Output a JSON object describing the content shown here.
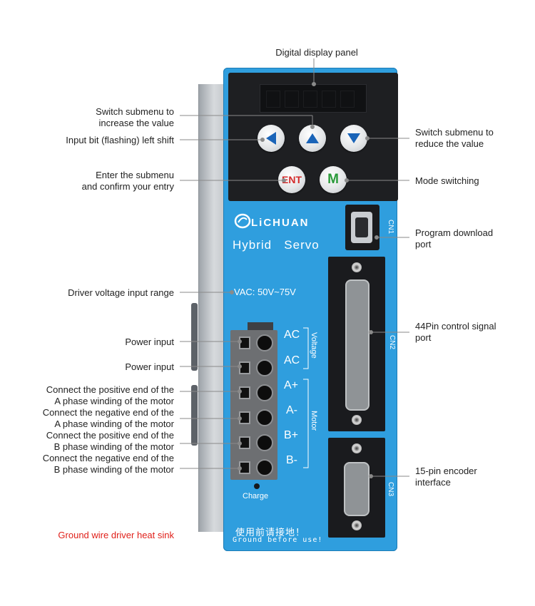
{
  "device": {
    "brand": "LiCHUAN",
    "model": "Hybrid   Servo",
    "voltage_label": "VAC: 50V~75V",
    "ground_notice_cn": "使用前请接地！",
    "ground_notice_en": "Ground before use!",
    "charge_label": "Charge",
    "buttons": {
      "ent": "ENT",
      "m": "M"
    },
    "terminal_labels": [
      "AC",
      "AC",
      "A+",
      "A-",
      "B+",
      "B-"
    ],
    "group_labels": {
      "voltage": "Voltage",
      "motor": "Motor"
    },
    "port_labels": [
      "CN1",
      "CN2",
      "CN3"
    ],
    "colors": {
      "body": "#2f9ede",
      "panel": "#1e1f22",
      "arrow": "#1a64b8",
      "ent": "#d42a2a",
      "m": "#2a9a3a",
      "warning": "#e0201a"
    }
  },
  "callouts": {
    "display": "Digital display panel",
    "increase_1": "Switch submenu to",
    "increase_2": "increase the value",
    "left_shift": "Input bit (flashing) left shift",
    "enter_1": "Enter the submenu",
    "enter_2": "and confirm your entry",
    "voltage_range": "Driver voltage input range",
    "power_1": "Power input",
    "power_2": "Power input",
    "a_pos_1": "Connect the positive end of the",
    "a_pos_2": "A phase winding of the motor",
    "a_neg_1": "Connect the negative end of the",
    "a_neg_2": "A phase winding of the motor",
    "b_pos_1": "Connect the positive end of the",
    "b_pos_2": "B phase winding of the motor",
    "b_neg_1": "Connect the negative end of the",
    "b_neg_2": "B phase winding of the motor",
    "ground": "Ground wire driver heat sink",
    "reduce_1": "Switch submenu to",
    "reduce_2": "reduce the value",
    "mode": "Mode switching",
    "program_1": "Program download",
    "program_2": "port",
    "control_1": "44Pin control signal",
    "control_2": "port",
    "encoder_1": "15-pin encoder",
    "encoder_2": "interface"
  }
}
